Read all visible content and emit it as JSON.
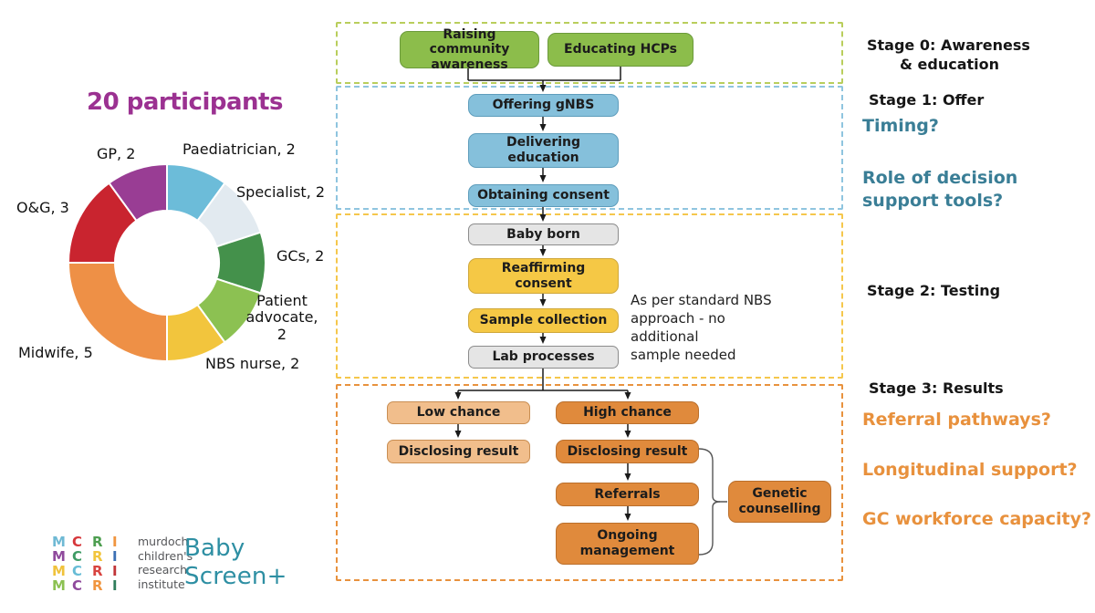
{
  "header": {
    "title": "20 participants",
    "title_color": "#9B3191"
  },
  "chart_data": {
    "type": "pie",
    "subtype": "donut",
    "title": "20 participants",
    "total": 20,
    "start_angle_deg": 0,
    "direction": "clockwise",
    "donut_hole_ratio": 0.53,
    "segments": [
      {
        "label": "Paediatrician",
        "value": 2,
        "display_label": "Paediatrician, 2",
        "color": "#6CBCD9"
      },
      {
        "label": "Specialist",
        "value": 2,
        "display_label": "Specialist, 2",
        "color": "#E2EAF0"
      },
      {
        "label": "GCs",
        "value": 2,
        "display_label": "GCs, 2",
        "color": "#44914B"
      },
      {
        "label": "Patient advocate",
        "value": 2,
        "display_label": "Patient\nadvocate,\n2",
        "color": "#8CC152"
      },
      {
        "label": "NBS nurse",
        "value": 2,
        "display_label": "NBS nurse, 2",
        "color": "#F2C53D"
      },
      {
        "label": "Midwife",
        "value": 5,
        "display_label": "Midwife, 5",
        "color": "#EE9046"
      },
      {
        "label": "O&G",
        "value": 3,
        "display_label": "O&G, 3",
        "color": "#C9242F"
      },
      {
        "label": "GP",
        "value": 2,
        "display_label": "GP, 2",
        "color": "#993D94"
      }
    ]
  },
  "flowchart": {
    "stage_border_colors": {
      "stage0": "#B9CE5C",
      "stage1": "#8FC5DF",
      "stage2": "#F5C74C",
      "stage3": "#E8923E"
    },
    "nodes": {
      "raising": {
        "label": "Raising community\nawareness"
      },
      "educating": {
        "label": "Educating HCPs"
      },
      "offering": {
        "label": "Offering gNBS"
      },
      "delivering": {
        "label": "Delivering\neducation"
      },
      "obtaining": {
        "label": "Obtaining consent"
      },
      "baby_born": {
        "label": "Baby born"
      },
      "reaffirming": {
        "label": "Reaffirming\nconsent"
      },
      "sample": {
        "label": "Sample collection"
      },
      "lab": {
        "label": "Lab processes"
      },
      "low_chance": {
        "label": "Low chance"
      },
      "disclosing_low": {
        "label": "Disclosing result"
      },
      "high_chance": {
        "label": "High chance"
      },
      "disclosing_high": {
        "label": "Disclosing result"
      },
      "referrals": {
        "label": "Referrals"
      },
      "ongoing": {
        "label": "Ongoing\nmanagement"
      },
      "genetic": {
        "label": "Genetic\ncounselling"
      }
    },
    "annotation": "As per standard NBS\napproach - no additional\nsample needed"
  },
  "right_panel": {
    "stage0_line1": "Stage 0: Awareness",
    "stage0_line2": "& education",
    "stage1": "Stage 1: Offer",
    "q_timing": "Timing?",
    "q_role": "Role of decision\nsupport tools?",
    "stage2": "Stage 2: Testing",
    "stage3": "Stage 3: Results",
    "q_referral": "Referral pathways?",
    "q_longitudinal": "Longitudinal support?",
    "q_gc": "GC workforce capacity?",
    "question_colors": {
      "teal": "#3A7E96",
      "orange": "#E8913D"
    }
  },
  "footer": {
    "logo": {
      "grid": [
        [
          {
            "ch": "M",
            "color": "#6FB9D4"
          },
          {
            "ch": "C",
            "color": "#D6373B"
          },
          {
            "ch": "R",
            "color": "#4D9E50"
          },
          {
            "ch": "I",
            "color": "#F0953F"
          }
        ],
        [
          {
            "ch": "M",
            "color": "#8F4A9C"
          },
          {
            "ch": "C",
            "color": "#3F9B65"
          },
          {
            "ch": "R",
            "color": "#F2C53D"
          },
          {
            "ch": "I",
            "color": "#3B6FB4"
          }
        ],
        [
          {
            "ch": "M",
            "color": "#F0C23C"
          },
          {
            "ch": "C",
            "color": "#67BCD6"
          },
          {
            "ch": "R",
            "color": "#D8433F"
          },
          {
            "ch": "I",
            "color": "#C13538"
          }
        ],
        [
          {
            "ch": "M",
            "color": "#8CC152"
          },
          {
            "ch": "C",
            "color": "#8F4A9C"
          },
          {
            "ch": "R",
            "color": "#F0953F"
          },
          {
            "ch": "I",
            "color": "#2F7D5B"
          }
        ]
      ],
      "words": [
        "murdoch",
        "children's",
        "research",
        "institute"
      ]
    },
    "brand_line1": "Baby",
    "brand_line2": "Screen+",
    "brand_color": "#2E8FA3"
  }
}
